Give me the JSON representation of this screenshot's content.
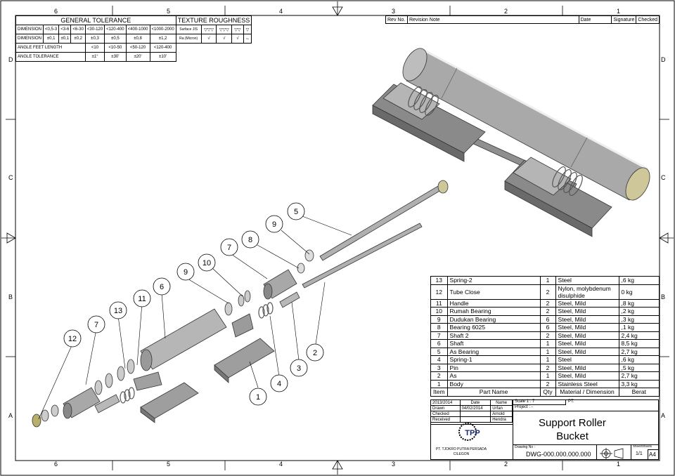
{
  "zones": {
    "top": [
      "6",
      "5",
      "4",
      "3",
      "2",
      "1"
    ],
    "bottom": [
      "6",
      "5",
      "4",
      "3",
      "2",
      "1"
    ],
    "left": [
      "D",
      "C",
      "B",
      "A"
    ],
    "right": [
      "D",
      "C",
      "B",
      "A"
    ]
  },
  "general_tolerance": {
    "title": "GENERAL TOLERANCE",
    "rows": [
      {
        "label": "DIMENSION",
        "cells": [
          "<0,5-3",
          "<3-6",
          "<6-30",
          "<30-120",
          "<120-400",
          "<400-1000",
          "<1000-2000"
        ]
      },
      {
        "label": "DIMENSION",
        "cells": [
          "±0,1",
          "±0,1",
          "±0,2",
          "±0,3",
          "±0,5",
          "±0,8",
          "±1,2"
        ]
      },
      {
        "label": "ANGLE FEET LENGTH",
        "cells": [
          "",
          "",
          "",
          "<10",
          "<10-50",
          "<50-120",
          "<120-400"
        ]
      },
      {
        "label": "ANGLE TOLERANCE",
        "cells": [
          "",
          "",
          "",
          "±1°",
          "±30'",
          "±20'",
          "±10'"
        ]
      }
    ]
  },
  "texture_roughness": {
    "title": "TEXTURE ROUGHNESS",
    "row1_label": "Surface JIS",
    "row2_label": "Ra (Micron)",
    "symbols": [
      "▽▽▽",
      "▽▽▽",
      "▽▽",
      "▽",
      "∼"
    ]
  },
  "revision": {
    "headers": [
      "Rev No.",
      "Revision Note",
      "Date",
      "Signature",
      "Checked"
    ]
  },
  "bom": {
    "headers": [
      "Item",
      "Part Name",
      "Qty",
      "Material / Dimension",
      "Berat"
    ],
    "rows": [
      {
        "item": "13",
        "name": "Spring-2",
        "qty": "1",
        "material": "Steel",
        "weight": ",6 kg"
      },
      {
        "item": "12",
        "name": "Tube Close",
        "qty": "2",
        "material": "Nylon, molybdenum disulphide",
        "weight": "0 kg"
      },
      {
        "item": "11",
        "name": "Handle",
        "qty": "2",
        "material": "Steel, Mild",
        "weight": ",8 kg"
      },
      {
        "item": "10",
        "name": "Rumah Bearing",
        "qty": "2",
        "material": "Steel, Mild",
        "weight": ",2 kg"
      },
      {
        "item": "9",
        "name": "Dudukan Bearing",
        "qty": "6",
        "material": "Steel, Mild",
        "weight": ",3 kg"
      },
      {
        "item": "8",
        "name": "Bearing 6025",
        "qty": "6",
        "material": "Steel, Mild",
        "weight": ",1 kg"
      },
      {
        "item": "7",
        "name": "Shaft 2",
        "qty": "2",
        "material": "Steel, Mild",
        "weight": "2,4 kg"
      },
      {
        "item": "6",
        "name": "Shaft",
        "qty": "1",
        "material": "Steel, Mild",
        "weight": "8,5 kg"
      },
      {
        "item": "5",
        "name": "As Bearing",
        "qty": "1",
        "material": "Steel, Mild",
        "weight": "2,7 kg"
      },
      {
        "item": "4",
        "name": "Spring-1",
        "qty": "1",
        "material": "Steel",
        "weight": ",6 kg"
      },
      {
        "item": "3",
        "name": "Pin",
        "qty": "2",
        "material": "Steel, Mild",
        "weight": ",5 kg"
      },
      {
        "item": "2",
        "name": "As",
        "qty": "1",
        "material": "Steel, Mild",
        "weight": "2,7 kg"
      },
      {
        "item": "1",
        "name": "Body",
        "qty": "2",
        "material": "Stainless Steel",
        "weight": "3,3 kg"
      }
    ]
  },
  "title_block": {
    "year": "2013/2014",
    "date_h": "Date",
    "name_h": "Name",
    "scale": "Scale 1 : 7",
    "pt": "PT.",
    "project": "Project : -",
    "drawn_label": "Drawn",
    "drawn_date": "04/02/2014",
    "drawn_name": "Urfan",
    "checked_label": "Checked",
    "checked_name": "Arnold",
    "received_label": "Received",
    "received_name": "Hendra",
    "company": "PT. TJOKRO PUTRA PERSADA",
    "city": "CILEGON",
    "logo_text": "TPP",
    "title_line1": "Support Roller",
    "title_line2": "Bucket",
    "drawing_no_label": "Drawing No :",
    "drawing_no": "DWG-000.000.000.000",
    "sheet_label": "Sheet/Sheets",
    "sheet": "1/1",
    "size": "A4"
  },
  "balloons": [
    "1",
    "2",
    "3",
    "4",
    "5",
    "6",
    "7",
    "7",
    "8",
    "9",
    "9",
    "10",
    "11",
    "12",
    "13"
  ]
}
